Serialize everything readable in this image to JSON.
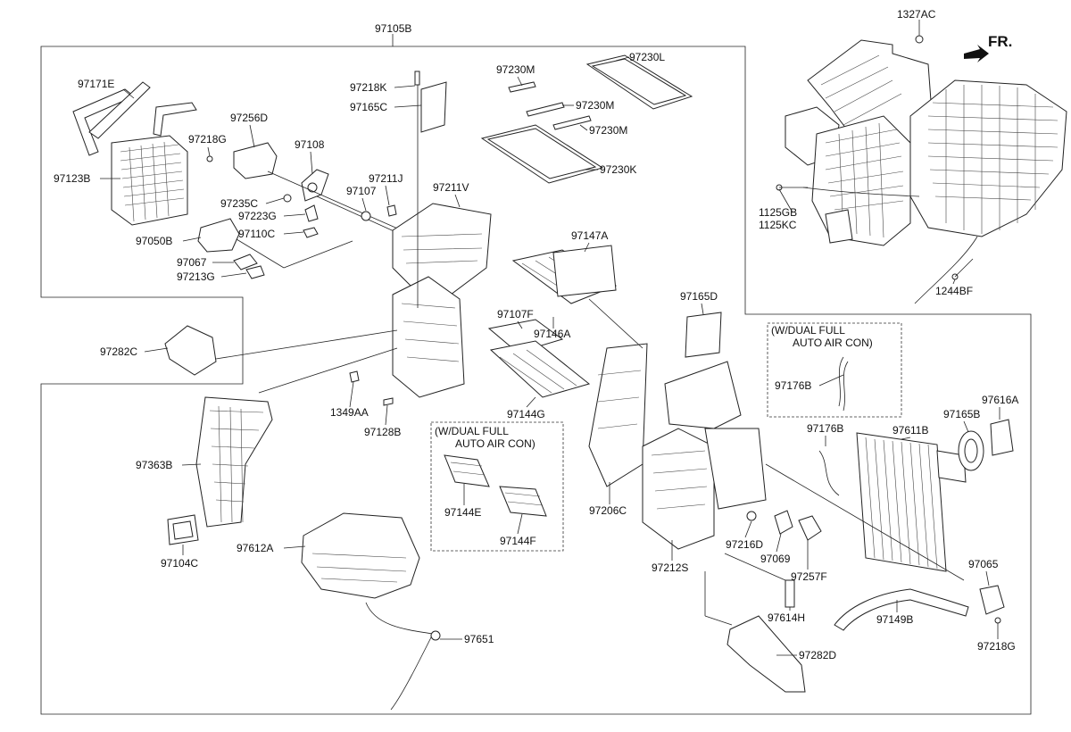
{
  "labels": {
    "p97105B": "97105B",
    "p1327AC": "1327AC",
    "fr": "FR.",
    "p97171E": "97171E",
    "p97256D": "97256D",
    "p97218G_a": "97218G",
    "p97108": "97108",
    "p97123B": "97123B",
    "p97235C": "97235C",
    "p97223G": "97223G",
    "p97110C": "97110C",
    "p97050B": "97050B",
    "p97067": "97067",
    "p97213G": "97213G",
    "p97218K": "97218K",
    "p97165C": "97165C",
    "p97211J": "97211J",
    "p97107": "97107",
    "p97211V": "97211V",
    "p97230M_a": "97230M",
    "p97230L": "97230L",
    "p97230M_b": "97230M",
    "p97230M_c": "97230M",
    "p97230K": "97230K",
    "p1125GB": "1125GB",
    "p1125KC": "1125KC",
    "p1244BF": "1244BF",
    "p97147A": "97147A",
    "p97107F": "97107F",
    "p97146A": "97146A",
    "p97165D": "97165D",
    "p97282C": "97282C",
    "p1349AA": "1349AA",
    "p97128B": "97128B",
    "p97144G": "97144G",
    "p97176B_a": "97176B",
    "p97176B_b": "97176B",
    "p97165B": "97165B",
    "p97616A": "97616A",
    "p97611B": "97611B",
    "p97363B": "97363B",
    "p97144E": "97144E",
    "p97144F": "97144F",
    "p97206C": "97206C",
    "p97216D": "97216D",
    "p97069": "97069",
    "p97257F": "97257F",
    "p97212S": "97212S",
    "p97065": "97065",
    "p97104C": "97104C",
    "p97612A": "97612A",
    "p97614H": "97614H",
    "p97149B": "97149B",
    "p97218G_b": "97218G",
    "p97651": "97651",
    "p97282D": "97282D"
  },
  "notes": {
    "dual_a_line1": "(W/DUAL FULL",
    "dual_a_line2": "AUTO AIR CON)",
    "dual_b_line1": "(W/DUAL FULL",
    "dual_b_line2": "AUTO AIR CON)"
  }
}
